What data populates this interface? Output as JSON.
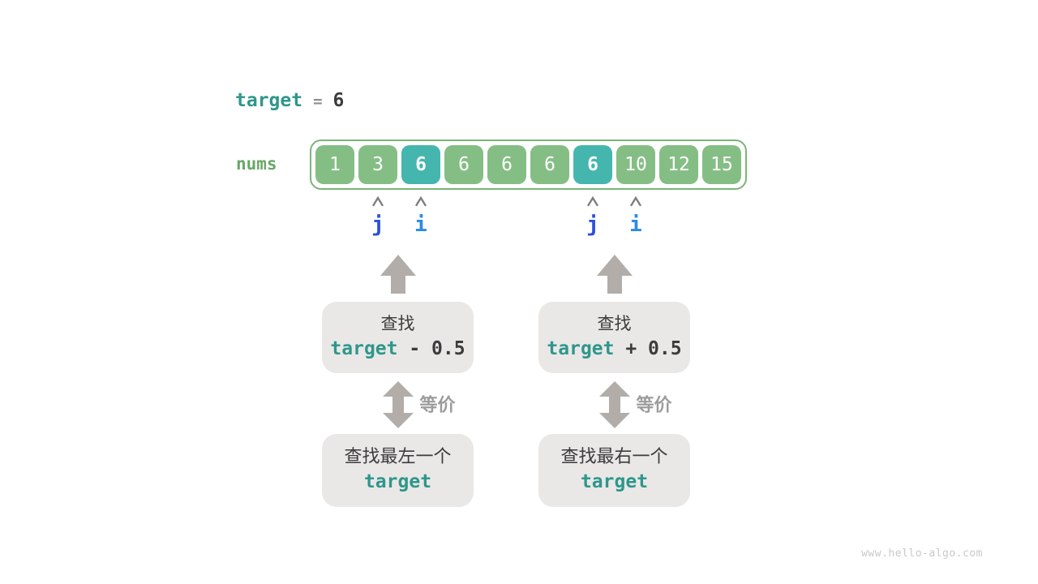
{
  "header": {
    "target_label": "target",
    "equals": "=",
    "target_value": "6"
  },
  "array": {
    "label": "nums",
    "cells": [
      {
        "value": "1",
        "highlighted": false
      },
      {
        "value": "3",
        "highlighted": false
      },
      {
        "value": "6",
        "highlighted": true
      },
      {
        "value": "6",
        "highlighted": false
      },
      {
        "value": "6",
        "highlighted": false
      },
      {
        "value": "6",
        "highlighted": false
      },
      {
        "value": "6",
        "highlighted": true
      },
      {
        "value": "10",
        "highlighted": false
      },
      {
        "value": "12",
        "highlighted": false
      },
      {
        "value": "15",
        "highlighted": false
      }
    ],
    "pointers": [
      {
        "label": "j",
        "cell_index": 1,
        "color": "#2b50dd"
      },
      {
        "label": "i",
        "cell_index": 2,
        "color": "#2d8ce0"
      },
      {
        "label": "j",
        "cell_index": 6,
        "color": "#2b50dd"
      },
      {
        "label": "i",
        "cell_index": 7,
        "color": "#2d8ce0"
      }
    ]
  },
  "flows": [
    {
      "side": "left",
      "search_box": {
        "line1": "查找",
        "code_teal": "target",
        "code_rest": " - 0.5"
      },
      "equiv_label": "等价",
      "result_box": {
        "line1": "查找最左一个",
        "code": "target"
      }
    },
    {
      "side": "right",
      "search_box": {
        "line1": "查找",
        "code_teal": "target",
        "code_rest": " + 0.5"
      },
      "equiv_label": "等价",
      "result_box": {
        "line1": "查找最右一个",
        "code": "target"
      }
    }
  ],
  "watermark": "www.hello-algo.com",
  "colors": {
    "teal-text": "#2f968b",
    "dark-text": "#3c3c3c",
    "eq-gray": "#8c8c8c",
    "nums-green": "#68a768",
    "array-border": "#7ab47a",
    "cell-green": "#85be85",
    "cell-teal": "#45b6ad",
    "caret-gray": "#7f7f7f",
    "arrow-gray": "#b2ada8",
    "box-gray": "#e9e8e7",
    "equiv-gray": "#9c9c9c",
    "watermark-gray": "#c9c9c9"
  }
}
